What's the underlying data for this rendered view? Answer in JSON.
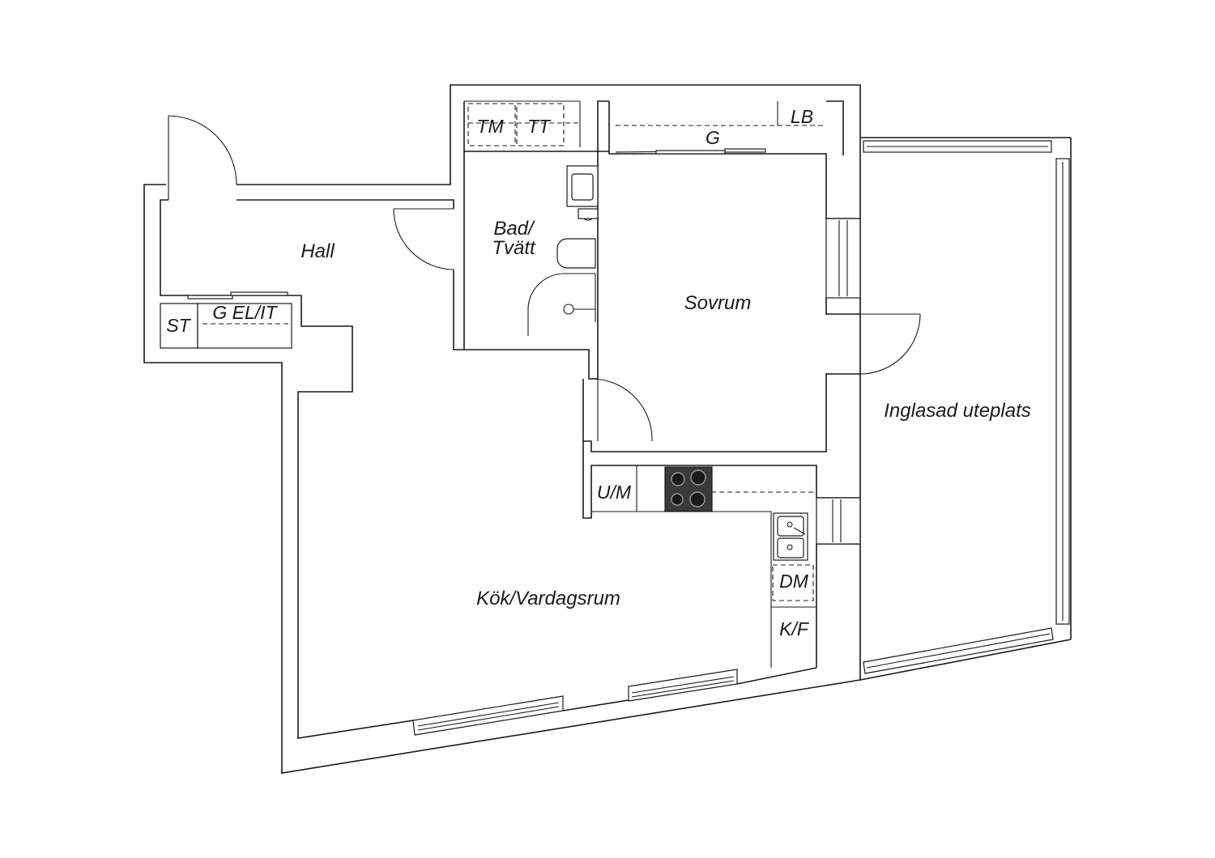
{
  "rooms": {
    "hall": "Hall",
    "bath_line1": "Bad/",
    "bath_line2": "Tvätt",
    "bedroom": "Sovrum",
    "kitchen_living": "Kök/Vardagsrum",
    "glazed_patio": "Inglasad uteplats"
  },
  "storage": {
    "tm": "TM",
    "tt": "TT",
    "lb": "LB",
    "g_bedroom": "G",
    "st": "ST",
    "g_el_it": "G EL/IT",
    "um": "U/M",
    "dm": "DM",
    "kf": "K/F"
  },
  "colors": {
    "line": "#1a1a1a",
    "background": "#ffffff",
    "stove": "#3a3a3a"
  }
}
